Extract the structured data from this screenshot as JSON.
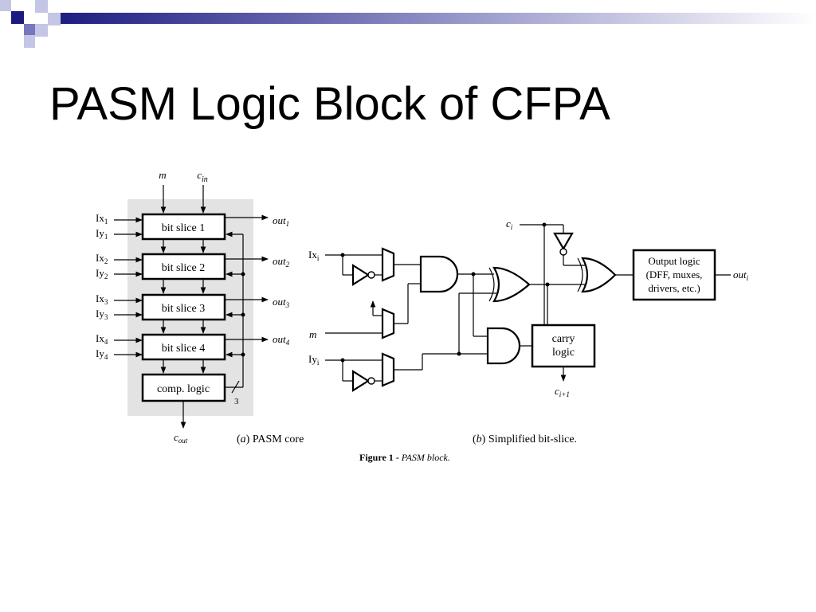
{
  "slide": {
    "title": "PASM Logic Block of CFPA",
    "accent_colors": [
      "#1a1a80",
      "#7777bb",
      "#c5c5e5"
    ]
  },
  "core": {
    "inputs_top": {
      "m": "m",
      "cin_base": "c",
      "cin_sub": "in"
    },
    "slices": [
      {
        "label": "bit slice 1",
        "ix_sub": "1",
        "iy_sub": "1",
        "out_sub": "1"
      },
      {
        "label": "bit slice 2",
        "ix_sub": "2",
        "iy_sub": "2",
        "out_sub": "2"
      },
      {
        "label": "bit slice 3",
        "ix_sub": "3",
        "iy_sub": "3",
        "out_sub": "3"
      },
      {
        "label": "bit slice 4",
        "ix_sub": "4",
        "iy_sub": "4",
        "out_sub": "4"
      }
    ],
    "ix_base": "Ix",
    "iy_base": "Iy",
    "out_base": "out",
    "comp_label": "comp. logic",
    "bus_width": "3",
    "cout_base": "c",
    "cout_sub": "out",
    "caption_letter": "a",
    "caption_text": " PASM core"
  },
  "bitslice": {
    "ci_base": "c",
    "ci_sub": "i",
    "ix_base": "Ix",
    "ix_sub": "i",
    "m": "m",
    "iy_base": "Iy",
    "iy_sub": "i",
    "carry_line1": "carry",
    "carry_line2": "logic",
    "co_base": "c",
    "co_sub": "i+1",
    "output_line1": "Output logic",
    "output_line2": "(DFF, muxes,",
    "output_line3": "drivers, etc.)",
    "out_base": "out",
    "out_sub": "i",
    "caption_letter": "b",
    "caption_text": " Simplified bit-slice."
  },
  "figure_caption": {
    "label": "Figure 1 - ",
    "text": "PASM block."
  }
}
